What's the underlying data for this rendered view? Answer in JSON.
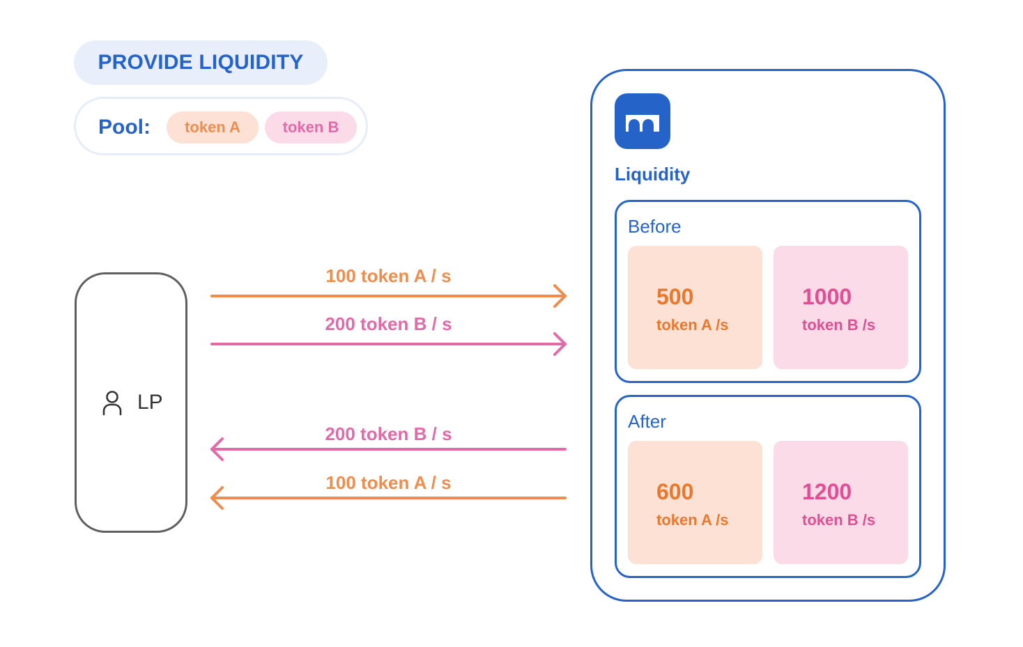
{
  "header": {
    "title": "PROVIDE LIQUIDITY",
    "pool_label": "Pool:",
    "pool_tokens": [
      "token A",
      "token B"
    ]
  },
  "lp": {
    "label": "LP",
    "icon": "user-icon"
  },
  "flows": {
    "in_a": "100 token A / s",
    "in_b": "200 token B / s",
    "out_b": "200 token B / s",
    "out_a": "100 token A / s"
  },
  "app": {
    "logo_icon": "bridge-logo-icon",
    "title": "Liquidity",
    "before": {
      "label": "Before",
      "a_value": "500",
      "a_unit": "token A /s",
      "b_value": "1000",
      "b_unit": "token B /s"
    },
    "after": {
      "label": "After",
      "a_value": "600",
      "a_unit": "token A /s",
      "b_value": "1200",
      "b_unit": "token B /s"
    }
  },
  "colors": {
    "primary_blue": "#2563c9",
    "token_a_orange": "#ee8d4e",
    "token_b_pink": "#e36aa8",
    "token_a_bg": "#fde1d4",
    "token_b_bg": "#fadbe7",
    "lp_border": "#5f5f5f"
  }
}
